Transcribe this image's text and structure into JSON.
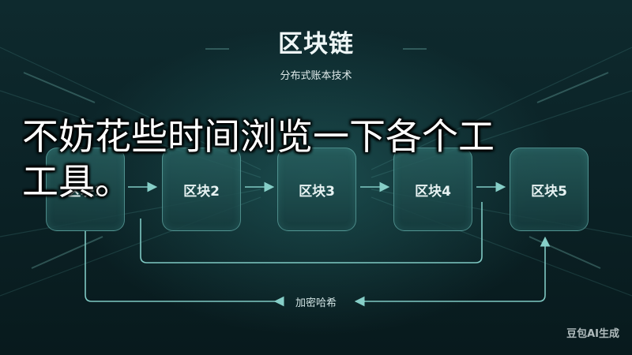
{
  "header": {
    "title": "区块链",
    "subtitle": "分布式账本技术"
  },
  "blocks": [
    {
      "label": "区块1"
    },
    {
      "label": "区块2"
    },
    {
      "label": "区块3"
    },
    {
      "label": "区块4"
    },
    {
      "label": "区块5"
    }
  ],
  "hash_label": "加密哈希",
  "overlay_caption": {
    "line1": "不妨花些时间浏览一下各个工",
    "line2": "工具。"
  },
  "watermark": "豆包AI生成",
  "colors": {
    "background": "#0b1e22",
    "accent": "#7fc9c3",
    "text": "#e7f2f2"
  }
}
